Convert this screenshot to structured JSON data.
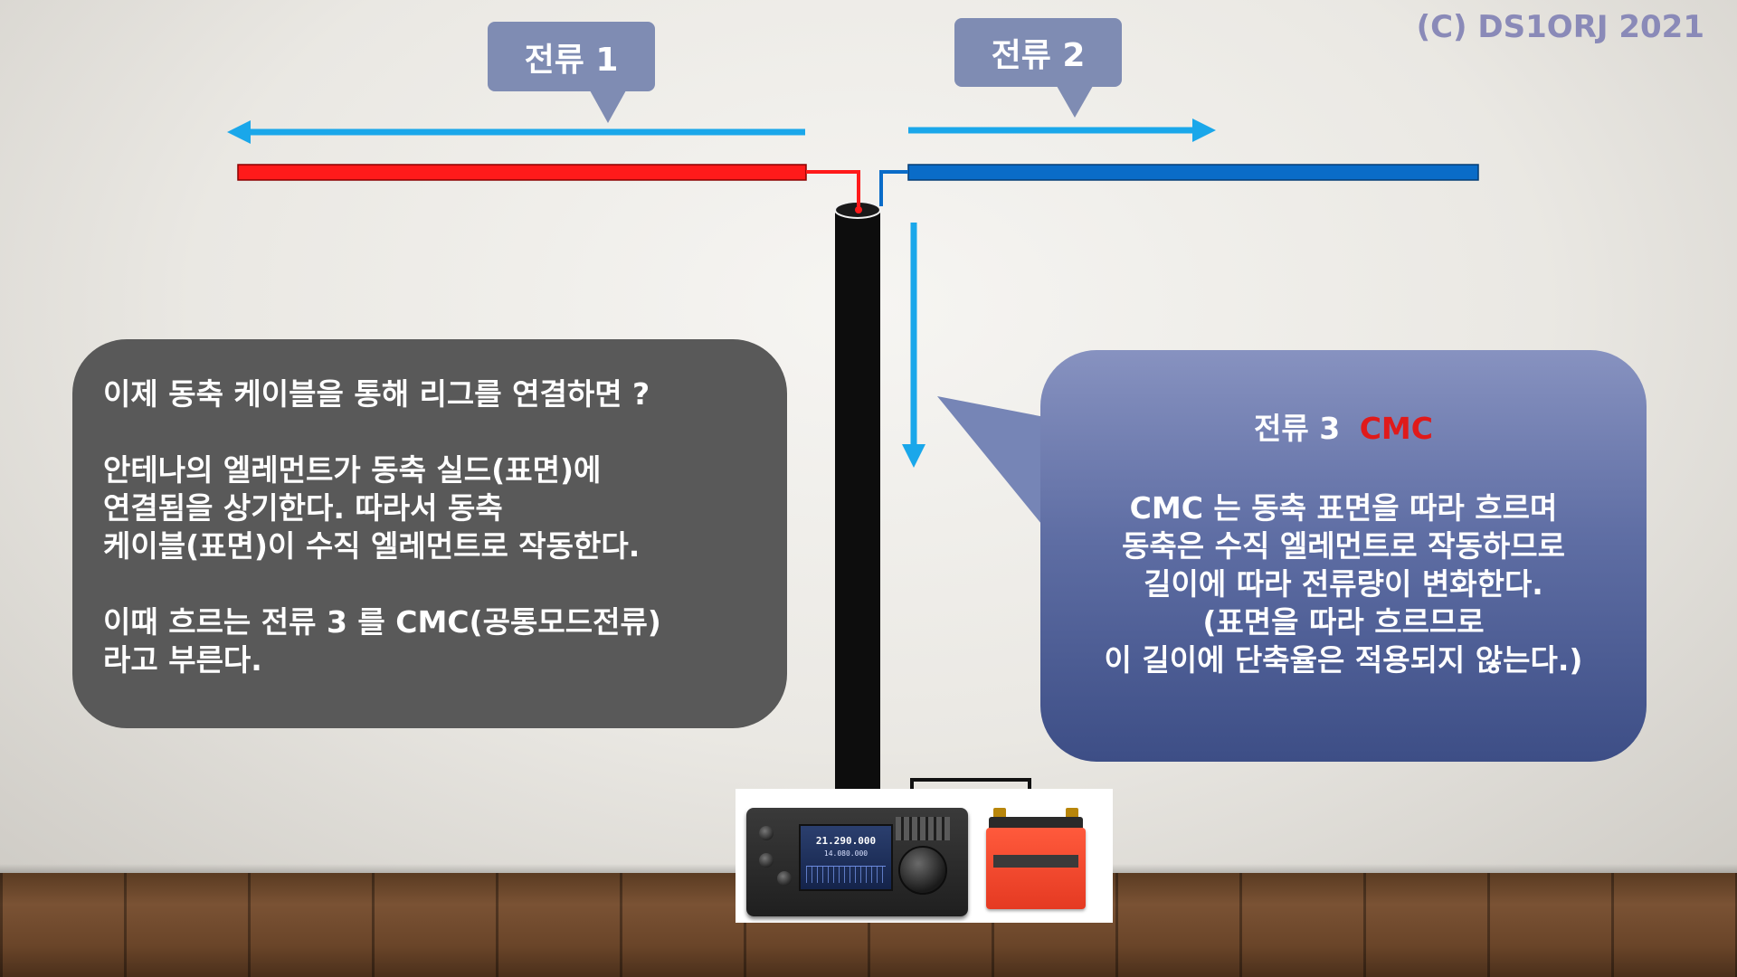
{
  "copyright": "(C) DS1ORJ   2021",
  "callouts": {
    "current1": "전류 1",
    "current2": "전류 2"
  },
  "left_bubble": {
    "line1": "이제 동축 케이블을 통해 리그를 연결하면 ?",
    "line2": "안테나의 엘레먼트가 동축 실드(표면)에",
    "line3": "연결됨을 상기한다.  따라서 동축",
    "line4": "케이블(표면)이 수직 엘레먼트로 작동한다.",
    "line5": "이때 흐르는 전류 3 를 CMC(공통모드전류)",
    "line6": "라고 부른다."
  },
  "right_bubble": {
    "title": "전류 3",
    "title_highlight": "CMC",
    "line1": "CMC 는 동축 표면을 따라 흐르며",
    "line2": "동축은 수직 엘레먼트로 작동하므로",
    "line3": "길이에  따라 전류량이 변화한다.",
    "line4": "(표면을 따라 흐르므로",
    "line5": "이 길이에 단축율은 적용되지 않는다.)"
  },
  "radio_display": {
    "freq_main": "21.290.000",
    "freq_sub": "14.080.000"
  },
  "colors": {
    "left_element": "#ff1a1a",
    "right_element": "#0a6cc8",
    "arrow": "#1aa7ea",
    "coax": "#0d0d0d",
    "callout_bg": "#7f8cb3",
    "left_bubble_bg": "#595959",
    "right_bubble_bg": "#4b5a92",
    "cmc_highlight": "#e01a1a"
  },
  "icons": {
    "radio": "transceiver-icon",
    "battery": "battery-icon"
  }
}
